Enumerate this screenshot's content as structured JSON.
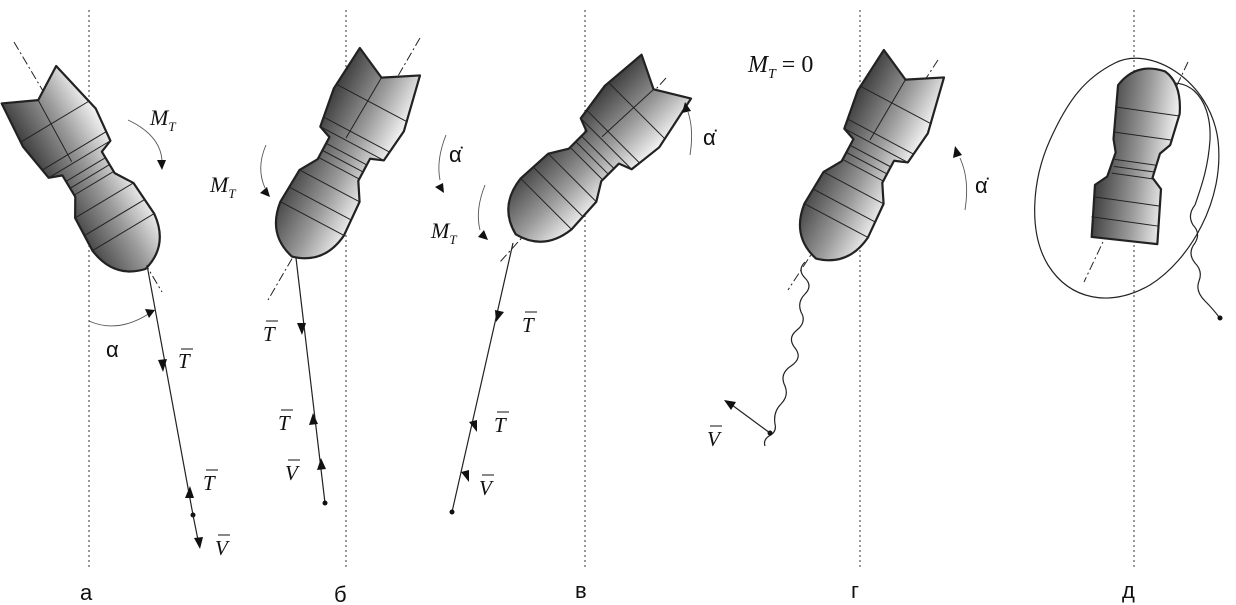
{
  "panels": [
    {
      "id": "a",
      "caption": "а"
    },
    {
      "id": "b",
      "caption": "б"
    },
    {
      "id": "v",
      "caption": "в"
    },
    {
      "id": "g",
      "caption": "г"
    },
    {
      "id": "d",
      "caption": "д"
    }
  ],
  "labels": {
    "moment": "M",
    "moment_sub": "T",
    "moment_zero": "= 0",
    "tension": "T",
    "velocity": "V",
    "angle": "α",
    "angle_rate": "α̇"
  },
  "colors": {
    "body_dark": "#4a4a4a",
    "body_light": "#f2f2f2",
    "lines": "#222222"
  }
}
